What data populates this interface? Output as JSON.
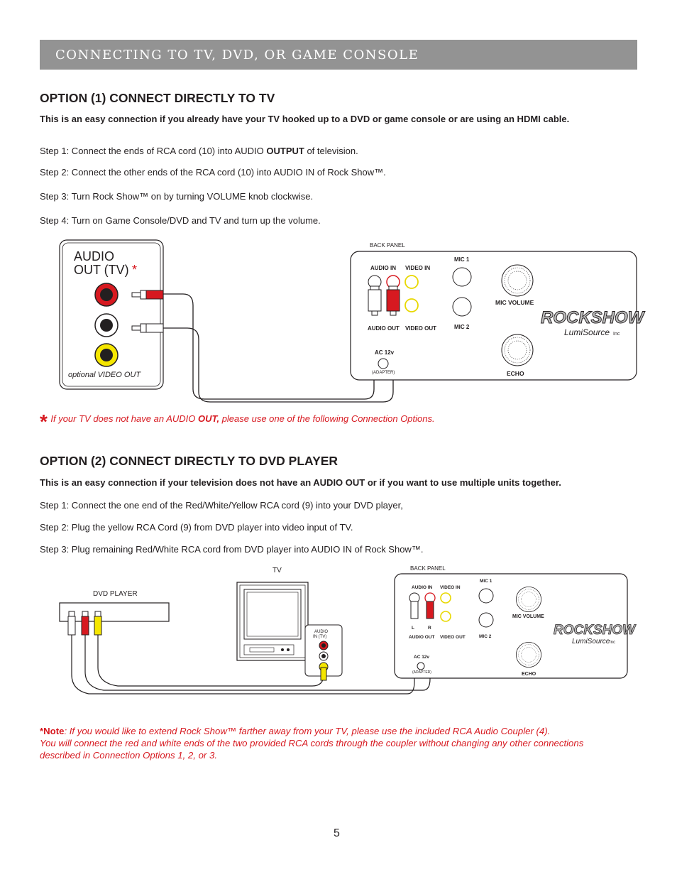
{
  "header": {
    "title": "CONNECTING TO TV, DVD, OR GAME CONSOLE"
  },
  "option1": {
    "heading": "OPTION (1) CONNECT DIRECTLY TO TV",
    "lead": "This is an easy connection if you already have your TV hooked up to a DVD or game console or are using an HDMI cable.",
    "step1_pre": "Step 1:  Connect the ends of RCA cord (10) into AUDIO ",
    "step1_bold": "OUTPUT",
    "step1_post": " of television.",
    "step2": "Step 2:  Connect the other ends of the RCA cord (10) into AUDIO IN of Rock Show™.",
    "step3": "Step 3:  Turn Rock Show™ on by turning VOLUME knob clockwise.",
    "step4": "Step 4:  Turn on Game Console/DVD and TV and turn up the volume.",
    "diagram": {
      "audio_out_line1": "AUDIO",
      "audio_out_line2": "OUT (TV)",
      "asterisk": "*",
      "optional_video_out": "optional VIDEO OUT",
      "back_panel": "BACK PANEL"
    },
    "footnote_star": "*",
    "footnote_pre": "If your TV does not have an AUDIO ",
    "footnote_bold": "OUT,",
    "footnote_post": " please use one of the following Connection Options."
  },
  "panel_labels": {
    "audio_in": "AUDIO IN",
    "video_in": "VIDEO IN",
    "audio_out": "AUDIO OUT",
    "video_out": "VIDEO OUT",
    "mic1": "MIC 1",
    "mic2": "MIC 2",
    "mic_volume": "MIC VOLUME",
    "echo": "ECHO",
    "ac12v": "AC 12v",
    "adapter": "(ADAPTER)",
    "brand": "ROCKSHOW",
    "sub_brand": "LumiSource",
    "sub_brand_inc": "Inc",
    "left": "L",
    "right": "R"
  },
  "option2": {
    "heading": "OPTION (2) CONNECT DIRECTLY TO DVD PLAYER",
    "lead": "This is an easy connection if your television does not have an AUDIO OUT or if you want to use multiple units together.",
    "step1": "Step 1:  Connect the one end of the Red/White/Yellow RCA cord (9) into your DVD player,",
    "step2": "Step 2:  Plug the yellow RCA Cord (9) from DVD player into video input of TV.",
    "step3": "Step 3:  Plug remaining Red/White RCA cord from DVD player into AUDIO IN of Rock Show™.",
    "diagram": {
      "tv": "TV",
      "dvd_player": "DVD PLAYER",
      "audio_in_tv_line1": "AUDIO",
      "audio_in_tv_line2": "IN (TV)",
      "back_panel": "BACK PANEL"
    }
  },
  "note": {
    "label": "*Note",
    "line1": ": If you would like to extend Rock Show™ farther away from your TV, please use the included RCA Audio Coupler (4).",
    "line2": "You will connect the red and white ends of the two provided RCA cords through the coupler without changing any other connections",
    "line3": "described in Connection Options 1, 2, or 3."
  },
  "page_number": "5",
  "colors": {
    "accent_red": "#d71920",
    "banner_gray": "#939393",
    "rca_yellow": "#f5e600"
  }
}
